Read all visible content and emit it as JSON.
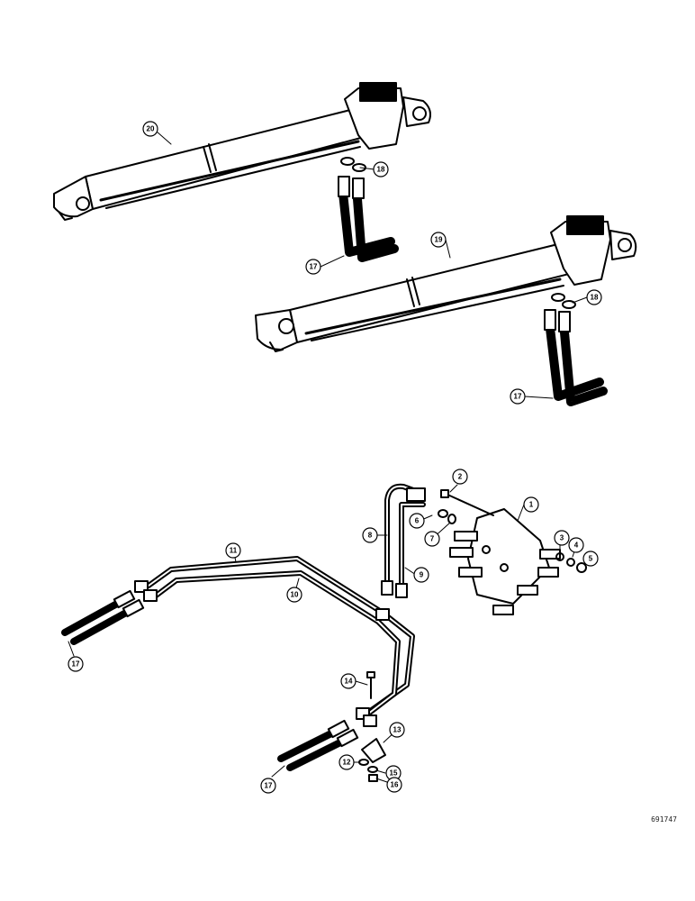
{
  "figure_code": "691747",
  "callouts": {
    "c1": "1",
    "c2": "2",
    "c3": "3",
    "c4": "4",
    "c5": "5",
    "c6": "6",
    "c7": "7",
    "c8": "8",
    "c9": "9",
    "c10": "10",
    "c11": "11",
    "c12": "12",
    "c13": "13",
    "c14": "14",
    "c15": "15",
    "c16": "16",
    "c17a": "17",
    "c17b": "17",
    "c17c": "17",
    "c17d": "17",
    "c18a": "18",
    "c18b": "18",
    "c19": "19",
    "c20": "20"
  },
  "colors": {
    "ink": "#000000",
    "paper": "#ffffff"
  }
}
